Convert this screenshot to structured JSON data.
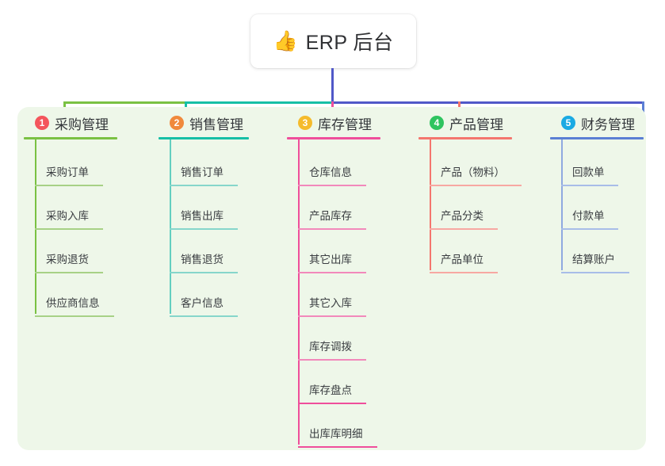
{
  "root": {
    "emoji": "👍",
    "emoji_name": "thumbs-up-emoji",
    "title": "ERP 后台"
  },
  "colors": {
    "panel_bg": "#eef7e9",
    "page_bg": "#ffffff",
    "root_stem": "#5058c8",
    "branch1": "#7ac143",
    "branch2": "#16bfa6",
    "branch3": "#ef4e9b",
    "branch4": "#f4766e",
    "branch5": "#5b7fd4",
    "trunk_left": "#7ac143",
    "trunk_mid": "#16bfa6",
    "trunk_right": "#5058c8",
    "badge1": "#f4555c",
    "badge2": "#f0893c",
    "badge3": "#f5bb2c",
    "badge4": "#2ec45f",
    "badge5": "#1aaae3"
  },
  "branches": [
    {
      "number": "1",
      "label": "采购管理",
      "badge_color": "#f4555c",
      "line_color": "#7ac143",
      "items": [
        {
          "label": "采购订单",
          "rule_width": 86
        },
        {
          "label": "采购入库",
          "rule_width": 86
        },
        {
          "label": "采购退货",
          "rule_width": 86
        },
        {
          "label": "供应商信息",
          "rule_width": 100
        }
      ]
    },
    {
      "number": "2",
      "label": "销售管理",
      "badge_color": "#f0893c",
      "line_color": "#16bfa6",
      "items": [
        {
          "label": "销售订单",
          "rule_width": 86
        },
        {
          "label": "销售出库",
          "rule_width": 86
        },
        {
          "label": "销售退货",
          "rule_width": 86
        },
        {
          "label": "客户信息",
          "rule_width": 86
        }
      ]
    },
    {
      "number": "3",
      "label": "库存管理",
      "badge_color": "#f5bb2c",
      "line_color": "#ef4e9b",
      "items": [
        {
          "label": "仓库信息",
          "rule_width": 86
        },
        {
          "label": "产品库存",
          "rule_width": 86
        },
        {
          "label": "其它出库",
          "rule_width": 86
        },
        {
          "label": "其它入库",
          "rule_width": 86
        },
        {
          "label": "库存调拨",
          "rule_width": 86
        },
        {
          "label": "库存盘点",
          "rule_width": 86
        },
        {
          "label": "出库库明细",
          "rule_width": 100
        }
      ]
    },
    {
      "number": "4",
      "label": "产品管理",
      "badge_color": "#2ec45f",
      "line_color": "#f4766e",
      "items": [
        {
          "label": "产品（物料）",
          "rule_width": 116
        },
        {
          "label": "产品分类",
          "rule_width": 86
        },
        {
          "label": "产品单位",
          "rule_width": 86
        }
      ]
    },
    {
      "number": "5",
      "label": "财务管理",
      "badge_color": "#1aaae3",
      "line_color": "#5b7fd4",
      "items": [
        {
          "label": "回款单",
          "rule_width": 72
        },
        {
          "label": "付款单",
          "rule_width": 72
        },
        {
          "label": "结算账户",
          "rule_width": 86
        }
      ]
    }
  ]
}
